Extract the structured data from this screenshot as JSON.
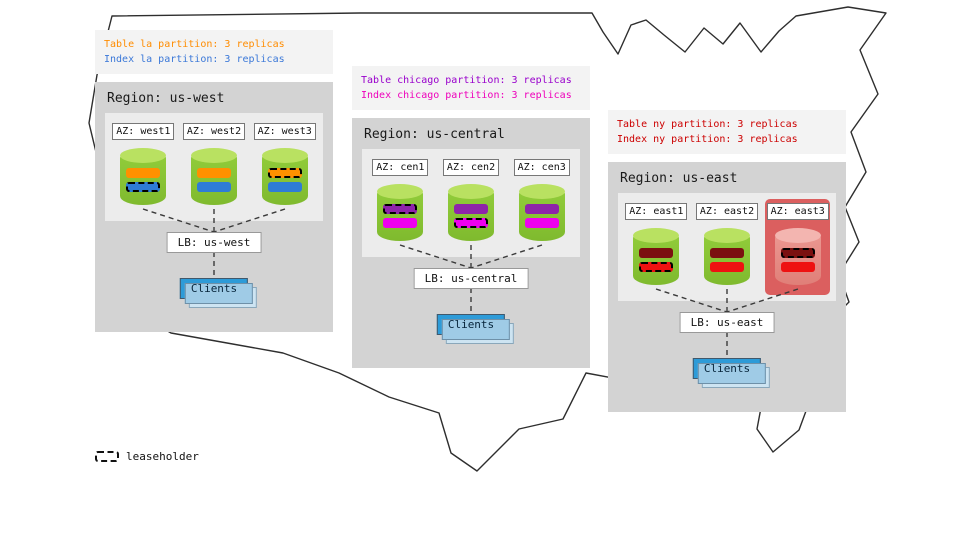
{
  "legend": {
    "label": "leaseholder"
  },
  "bar_colors": {
    "orange": "#ff9100",
    "blue": "#2e7cd6",
    "purple": "#8e24aa",
    "magenta": "#ee00ee",
    "darkred": "#7b1010",
    "red": "#ee1111"
  },
  "regions": [
    {
      "name": "us-west",
      "caption": [
        {
          "text": "Table la partition: 3 replicas",
          "color": "#ff8c00"
        },
        {
          "text": "Index la partition: 3 replicas",
          "color": "#3b78d8"
        }
      ],
      "title": "Region: us-west",
      "azs": [
        {
          "label": "AZ: west1",
          "highlight": false,
          "bars": [
            {
              "color": "orange",
              "leaseholder": false
            },
            {
              "color": "blue",
              "leaseholder": true
            }
          ]
        },
        {
          "label": "AZ: west2",
          "highlight": false,
          "bars": [
            {
              "color": "orange",
              "leaseholder": false
            },
            {
              "color": "blue",
              "leaseholder": false
            }
          ]
        },
        {
          "label": "AZ: west3",
          "highlight": false,
          "bars": [
            {
              "color": "orange",
              "leaseholder": true
            },
            {
              "color": "blue",
              "leaseholder": false
            }
          ]
        }
      ],
      "lb": "LB: us-west",
      "clients": "Clients"
    },
    {
      "name": "us-central",
      "caption": [
        {
          "text": "Table chicago partition: 3 replicas",
          "color": "#9900cc"
        },
        {
          "text": "Index chicago partition: 3 replicas",
          "color": "#ee00bb"
        }
      ],
      "title": "Region: us-central",
      "azs": [
        {
          "label": "AZ: cen1",
          "highlight": false,
          "bars": [
            {
              "color": "purple",
              "leaseholder": true
            },
            {
              "color": "magenta",
              "leaseholder": false
            }
          ]
        },
        {
          "label": "AZ: cen2",
          "highlight": false,
          "bars": [
            {
              "color": "purple",
              "leaseholder": false
            },
            {
              "color": "magenta",
              "leaseholder": true
            }
          ]
        },
        {
          "label": "AZ: cen3",
          "highlight": false,
          "bars": [
            {
              "color": "purple",
              "leaseholder": false
            },
            {
              "color": "magenta",
              "leaseholder": false
            }
          ]
        }
      ],
      "lb": "LB: us-central",
      "clients": "Clients"
    },
    {
      "name": "us-east",
      "caption": [
        {
          "text": "Table ny partition: 3 replicas",
          "color": "#cc0000"
        },
        {
          "text": "Index ny partition: 3 replicas",
          "color": "#cc0000"
        }
      ],
      "title": "Region: us-east",
      "azs": [
        {
          "label": "AZ: east1",
          "highlight": false,
          "bars": [
            {
              "color": "darkred",
              "leaseholder": false
            },
            {
              "color": "red",
              "leaseholder": true
            }
          ]
        },
        {
          "label": "AZ: east2",
          "highlight": false,
          "bars": [
            {
              "color": "darkred",
              "leaseholder": false
            },
            {
              "color": "red",
              "leaseholder": false
            }
          ]
        },
        {
          "label": "AZ: east3",
          "highlight": true,
          "bars": [
            {
              "color": "darkred",
              "leaseholder": true
            },
            {
              "color": "red",
              "leaseholder": false
            }
          ]
        }
      ],
      "lb": "LB: us-east",
      "clients": "Clients"
    }
  ]
}
